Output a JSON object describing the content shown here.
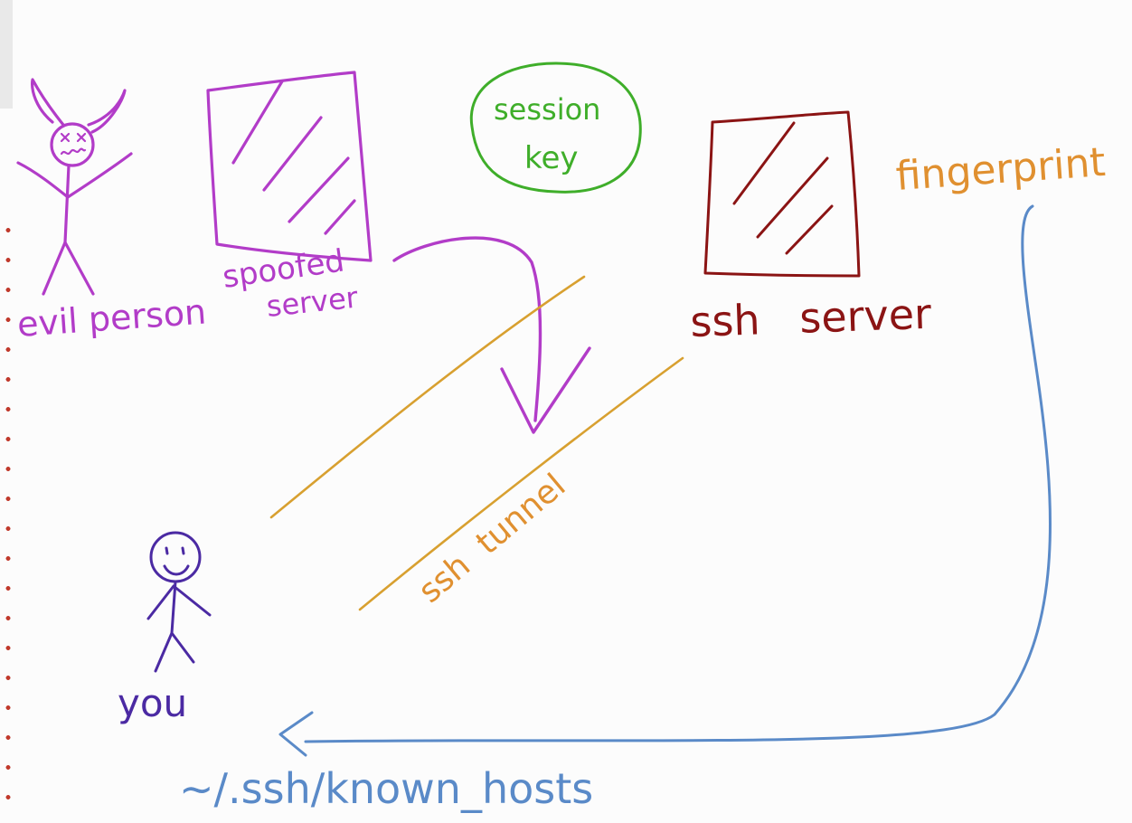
{
  "labels": {
    "evil_person": "evil person",
    "spoofed_server_line1": "spoofed",
    "spoofed_server_line2": "server",
    "session_key_line1": "session",
    "session_key_line2": "key",
    "ssh_server": "ssh   server",
    "fingerprint": "fingerprint",
    "ssh_tunnel": "ssh  tunnel",
    "you": "you",
    "known_hosts": "~/.ssh/known_hosts"
  },
  "colors": {
    "evil": "#b23cc8",
    "session_key": "#3fae2a",
    "ssh_server": "#8b1414",
    "fingerprint": "#e09030",
    "tunnel": "#d8a030",
    "you": "#4b2aa3",
    "known_hosts": "#5a8ac8",
    "margin_dots": "#c0392b"
  }
}
